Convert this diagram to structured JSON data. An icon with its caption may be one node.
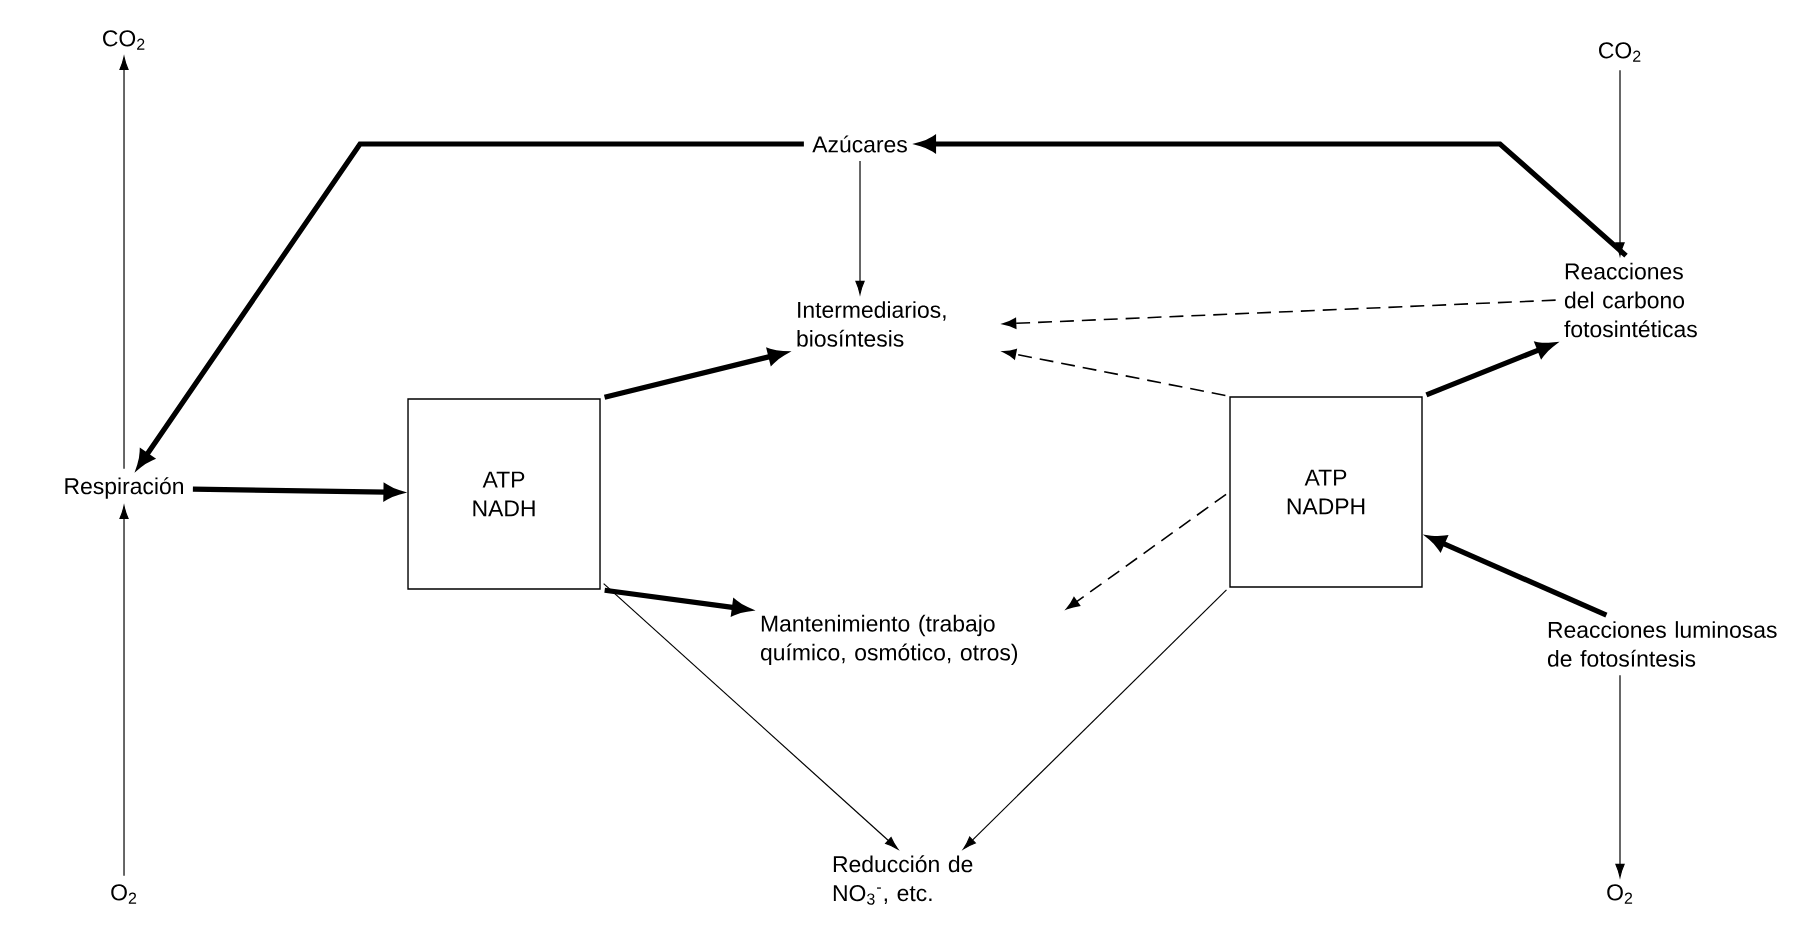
{
  "diagram": {
    "nodes": [
      {
        "text": [
          "CO$_{2}$"
        ]
      },
      {
        "text": [
          "Azúcares"
        ]
      },
      {
        "text": [
          "CO$_{2}$"
        ]
      },
      {
        "text": [
          "Reacciones del carbono fotosintéticas"
        ]
      },
      {
        "text": [
          "Intermediarios, biosíntesis"
        ]
      },
      {
        "text": [
          "Respiración"
        ]
      },
      {
        "text": [
          "ATP NADH"
        ]
      },
      {
        "text": [
          "ATP NADPH"
        ]
      },
      {
        "text": [
          "Mantenimiento (trabajo químico, osmótico, otros)"
        ]
      },
      {
        "text": [
          "Reacciones luminosas de fotosíntesis"
        ]
      },
      {
        "text": [
          "O$_{2}$"
        ]
      },
      {
        "text": [
          "O$_{2}$"
        ]
      },
      {
        "text": [
          "Reducción de NO$_{3}$$^{-}$, etc."
        ]
      }
    ],
    "edges": [
      {
        "from": 5,
        "to": 0,
        "arrow": "to"
      },
      {
        "from": 10,
        "to": 5,
        "arrow": "to"
      },
      {
        "from": 1,
        "to": 5,
        "arrow": "to",
        "style": "thick"
      },
      {
        "from": 5,
        "to": 6,
        "arrow": "to",
        "style": "thick"
      },
      {
        "from": 6,
        "to": 4,
        "arrow": "to",
        "style": "thick"
      },
      {
        "from": 6,
        "to": 8,
        "arrow": "to",
        "style": "thick"
      },
      {
        "from": 6,
        "to": 12,
        "arrow": "to"
      },
      {
        "from": 1,
        "to": 4,
        "arrow": "to"
      },
      {
        "from": 3,
        "to": 1,
        "arrow": "to",
        "style": "thick"
      },
      {
        "from": 2,
        "to": 3,
        "arrow": "to"
      },
      {
        "from": 3,
        "to": 4,
        "arrow": "to",
        "style": "dashed"
      },
      {
        "from": 7,
        "to": 4,
        "arrow": "to",
        "style": "dashed"
      },
      {
        "from": 7,
        "to": 3,
        "arrow": "to",
        "style": "thick"
      },
      {
        "from": 7,
        "to": 8,
        "arrow": "to",
        "style": "dashed"
      },
      {
        "from": 7,
        "to": 12,
        "arrow": "to"
      },
      {
        "from": 9,
        "to": 7,
        "arrow": "to",
        "style": "thick"
      },
      {
        "from": 9,
        "to": 11,
        "arrow": "to"
      }
    ]
  }
}
